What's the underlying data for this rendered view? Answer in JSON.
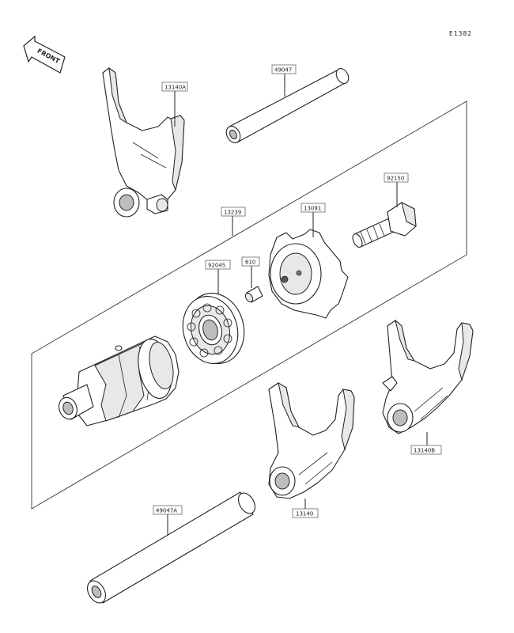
{
  "diagram_code": "E1382",
  "front_indicator": "FRONT",
  "parts": {
    "fork_13140A": "13140A",
    "rod_49047": "49047",
    "drum_assembly_13239": "13239",
    "plate_13091": "13091",
    "bolt_92150": "92150",
    "bearing_92045": "92045",
    "pin_610": "610",
    "fork_13140B": "13140B",
    "fork_13140": "13140",
    "rod_49047A": "49047A"
  }
}
